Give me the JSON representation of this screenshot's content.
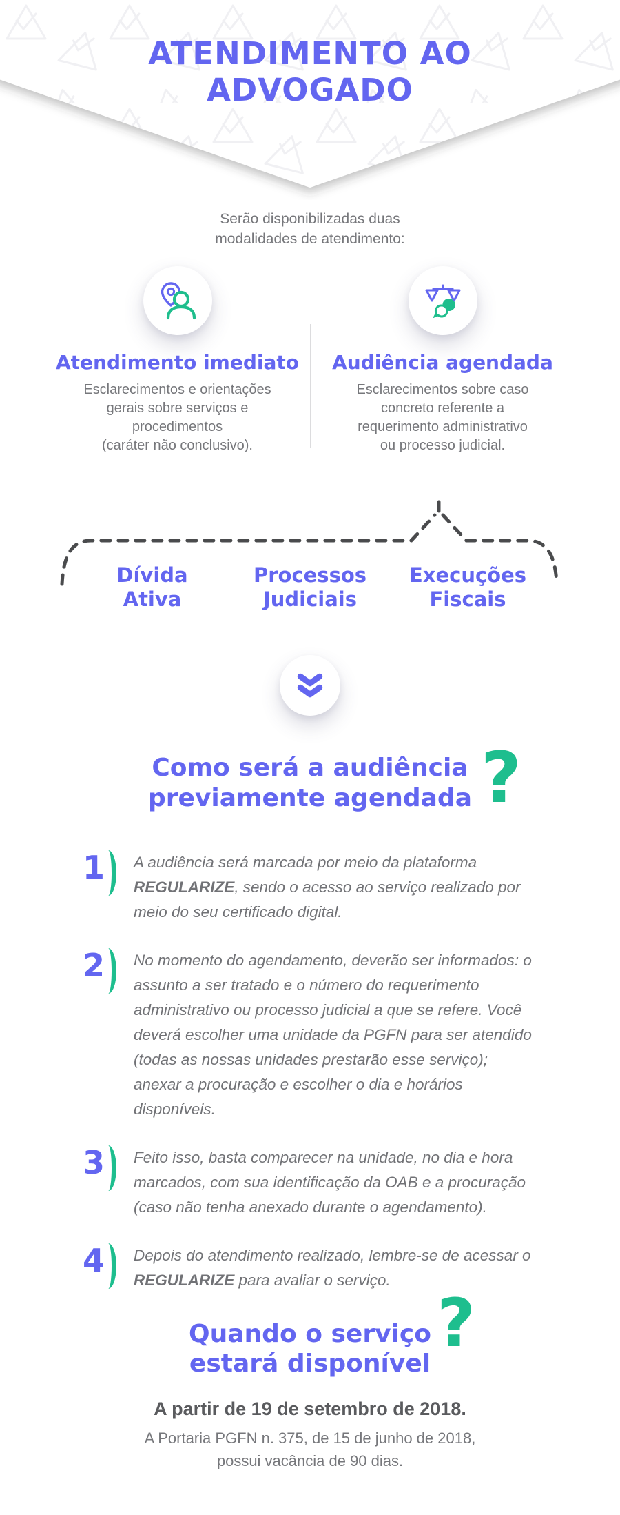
{
  "colors": {
    "purple": "#6366F0",
    "green": "#1EBE8E",
    "text_gray": "#76777B",
    "dash_gray": "#4A4B4D"
  },
  "header": {
    "title_lines": [
      "ATENDIMENTO AO",
      "ADVOGADO"
    ]
  },
  "intro": {
    "lines": [
      "Serão disponibilizadas duas",
      "modalidades de atendimento:"
    ]
  },
  "modalities": [
    {
      "icon": "pin-person-icon",
      "title": "Atendimento imediato",
      "lines": [
        "Esclarecimentos e orientações",
        "gerais sobre serviços e",
        "procedimentos",
        "(caráter não conclusivo)."
      ]
    },
    {
      "icon": "scales-chat-icon",
      "title": "Audiência agendada",
      "lines": [
        "Esclarecimentos sobre caso",
        "concreto referente a",
        "requerimento administrativo",
        "ou processo judicial."
      ]
    }
  ],
  "topics": [
    {
      "lines": [
        "Dívida",
        "Ativa"
      ]
    },
    {
      "lines": [
        "Processos",
        "Judiciais"
      ]
    },
    {
      "lines": [
        "Execuções",
        "Fiscais"
      ]
    }
  ],
  "divider_icon": "double-chevron-down-icon",
  "section_how": {
    "heading_lines": [
      "Como será a audiência",
      "previamente agendada"
    ],
    "question_mark": "?"
  },
  "steps": [
    {
      "number": "1",
      "pre": "A audiência será marcada por meio da plataforma ",
      "bold": "REGULARIZE",
      "post": ", sendo o acesso ao serviço realizado por meio do seu certificado digital."
    },
    {
      "number": "2",
      "pre": "No momento do agendamento, deverão ser informados: o assunto a ser tratado e o número do requerimento administrativo ou processo judicial a que se refere. Você deverá escolher uma unidade da PGFN para ser atendido (todas as nossas unidades prestarão esse serviço); anexar a procuração e escolher o dia e horários disponíveis.",
      "bold": "",
      "post": ""
    },
    {
      "number": "3",
      "pre": "Feito isso, basta comparecer na unidade, no dia e hora marcados, com sua identificação da OAB e a procuração (caso não tenha anexado durante o agendamento).",
      "bold": "",
      "post": ""
    },
    {
      "number": "4",
      "pre": "Depois do atendimento realizado, lembre-se de acessar o ",
      "bold": "REGULARIZE",
      "post": " para avaliar o serviço."
    }
  ],
  "section_when": {
    "heading_lines": [
      "Quando o serviço",
      "estará disponível"
    ],
    "question_mark": "?",
    "date_bold": "A partir de 19 de setembro de 2018.",
    "note_lines": [
      "A Portaria PGFN n. 375, de 15 de junho de 2018,",
      "possui vacância de 90 dias."
    ]
  }
}
